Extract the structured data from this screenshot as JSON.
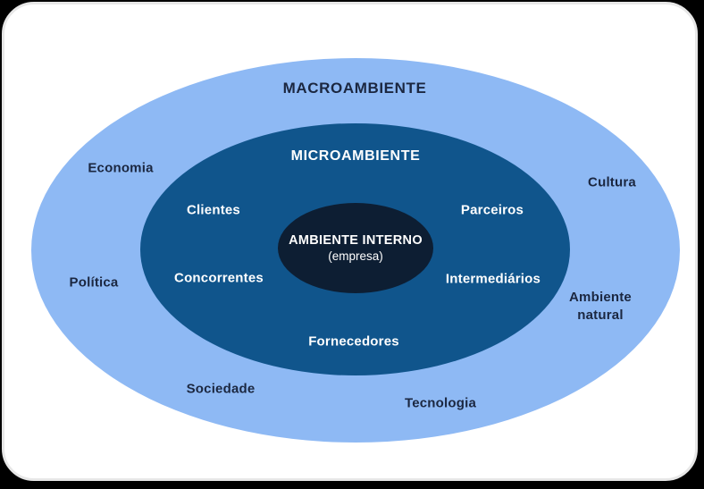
{
  "colors": {
    "background": "#000000",
    "card": "#ffffff",
    "card_border": "#e7e7e7",
    "macro_fill": "#8EB9F4",
    "micro_fill": "#10558C",
    "interno_fill": "#0D1E33",
    "dark_text": "#1B2740",
    "light_text": "#FFFFFF"
  },
  "macroambiente": {
    "title": "MACROAMBIENTE",
    "factors": {
      "economia": "Economia",
      "cultura": "Cultura",
      "politica": "Política",
      "ambiente_natural": "Ambiente natural",
      "sociedade": "Sociedade",
      "tecnologia": "Tecnologia"
    }
  },
  "microambiente": {
    "title": "MICROAMBIENTE",
    "factors": {
      "clientes": "Clientes",
      "parceiros": "Parceiros",
      "concorrentes": "Concorrentes",
      "intermediarios": "Intermediários",
      "fornecedores": "Fornecedores"
    }
  },
  "ambiente_interno": {
    "title": "AMBIENTE INTERNO",
    "subtitle": "(empresa)"
  }
}
